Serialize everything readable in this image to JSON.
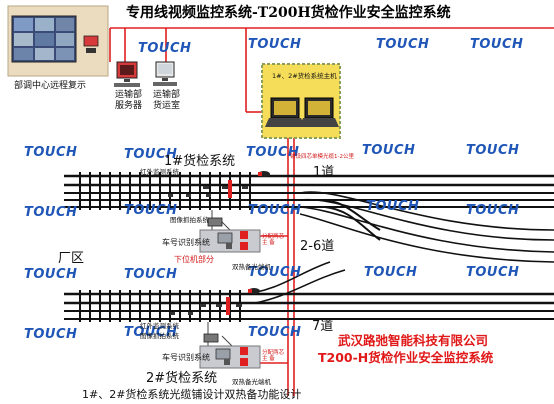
{
  "title": "专用线视频监控系统-T200H货检作业安全监控系统",
  "watermark": "TOUCH",
  "remote_center": {
    "label": "部调中心远程复示"
  },
  "left_computers": [
    {
      "label_line1": "运输部",
      "label_line2": "服务器"
    },
    {
      "label_line1": "运输部",
      "label_line2": "货运室"
    }
  ],
  "host": {
    "label": "1#、2#货检系统主机"
  },
  "cable_note": "铺设四芯单模光缆1-2公里",
  "station1": {
    "name": "1#货检系统",
    "infrared": "红外监测系统",
    "image_capture": "图像抓拍系统",
    "car_number": "车号识别系统",
    "lower_machine": "下位机部分",
    "terminal": "双热备光端机",
    "cabinet_note": "分配两芯 主 备"
  },
  "station2": {
    "name": "2#货检系统",
    "infrared": "红外监测系统",
    "image_capture": "图像抓拍系统",
    "car_number": "车号识别系统",
    "terminal": "双热备光端机",
    "cabinet_note": "分配两芯 主 备"
  },
  "area_label": "厂区",
  "tracks": {
    "track1": "1道",
    "track2_6": "2-6道",
    "track7": "7道"
  },
  "company": {
    "name": "武汉路弛智能科技有限公司",
    "system": "T200-H货检作业安全监控系统"
  },
  "caption": "1#、2#货检系统光缆铺设计双热备功能设计",
  "colors": {
    "cable": "#e02020",
    "watermark": "#1f56b7",
    "company": "#e01818",
    "host_panel": "#f5dd5a",
    "wall": "#ecdcbf"
  }
}
